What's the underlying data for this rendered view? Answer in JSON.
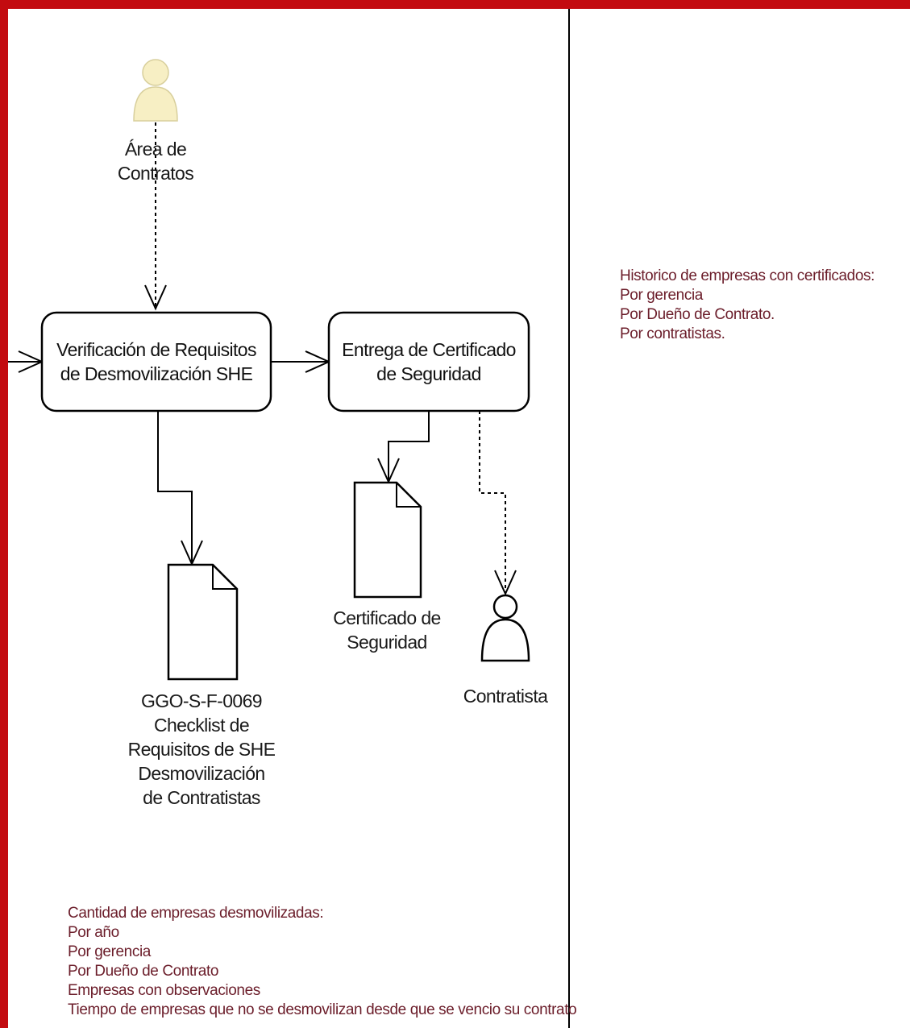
{
  "lanes": {
    "left_actor": {
      "label_line1": "Área de",
      "label_line2": "Contratos"
    },
    "process_1": {
      "line1": "Verificación de Requisitos",
      "line2": "de Desmovilización SHE"
    },
    "process_2": {
      "line1": "Entrega de Certificado",
      "line2": "de Seguridad"
    },
    "document_1": {
      "code": "GGO-S-F-0069",
      "line1": "Checklist de",
      "line2": "Requisitos de SHE",
      "line3": "Desmovilización",
      "line4": "de Contratistas"
    },
    "document_2": {
      "line1": "Certificado de",
      "line2": "Seguridad"
    },
    "right_actor": {
      "label": "Contratista"
    }
  },
  "notes": {
    "right": {
      "title": "Historico de empresas con certificados:",
      "items": [
        "Por gerencia",
        "Por Dueño de Contrato.",
        "Por contratistas."
      ]
    },
    "bottom": {
      "title": "Cantidad de empresas desmovilizadas:",
      "items": [
        "Por año",
        "Por gerencia",
        "Por Dueño de Contrato",
        "Empresas con observaciones",
        "Tiempo de empresas que no se desmovilizan desde que se vencio su contrato"
      ]
    }
  },
  "colors": {
    "frame": "#c30b10",
    "note_text": "#6b1d2a",
    "actor_fill": "#f7efc4"
  }
}
